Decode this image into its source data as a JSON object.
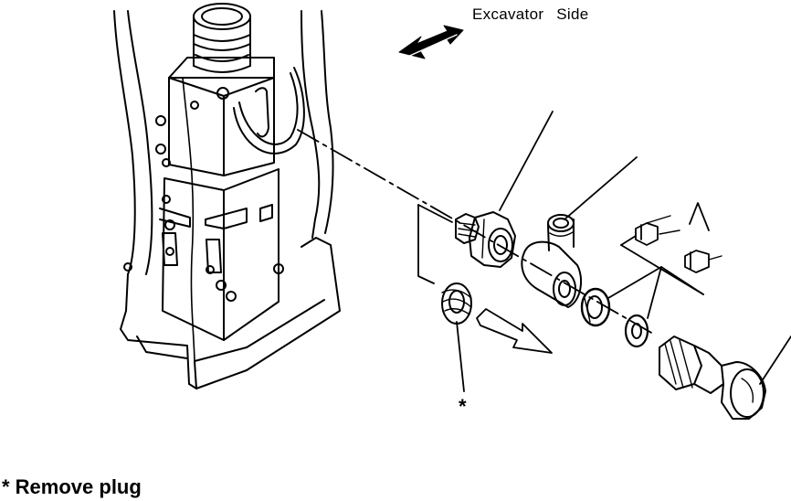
{
  "labels": {
    "direction_word1": "Excavator",
    "direction_word2": "Side",
    "plug_marker": "*",
    "note": "* Remove plug"
  }
}
